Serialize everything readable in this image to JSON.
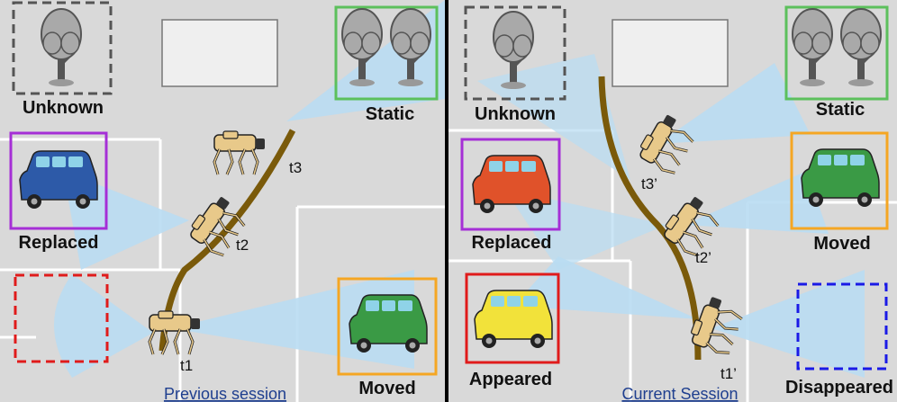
{
  "colors": {
    "background": "#d9d9d9",
    "parking_lines": "#ffffff",
    "divider": "#000000",
    "trajectory": "#7a5a0a",
    "fov": "#b9dcf2",
    "caption": "#1f3f8f",
    "unknown_box": "#555555",
    "static_box": "#5cc05c",
    "replaced_box": "#a52fd6",
    "moved_box": "#f5a623",
    "appeared_box": "#e01b1b",
    "disappeared_box": "#1a1ae6",
    "car_blue": "#2d5aa8",
    "car_red": "#e0522a",
    "car_green": "#3a9a45",
    "car_yellow": "#f2e23a"
  },
  "previous": {
    "caption": "Previous session",
    "labels": {
      "unknown": "Unknown",
      "static": "Static",
      "replaced": "Replaced",
      "moved": "Moved"
    },
    "timesteps": [
      "t1",
      "t2",
      "t3"
    ]
  },
  "current": {
    "caption": "Current Session",
    "labels": {
      "unknown": "Unknown",
      "static": "Static",
      "replaced": "Replaced",
      "moved": "Moved",
      "appeared": "Appeared",
      "disappeared": "Disappeared"
    },
    "timesteps": [
      "t1’",
      "t2’",
      "t3’"
    ]
  }
}
